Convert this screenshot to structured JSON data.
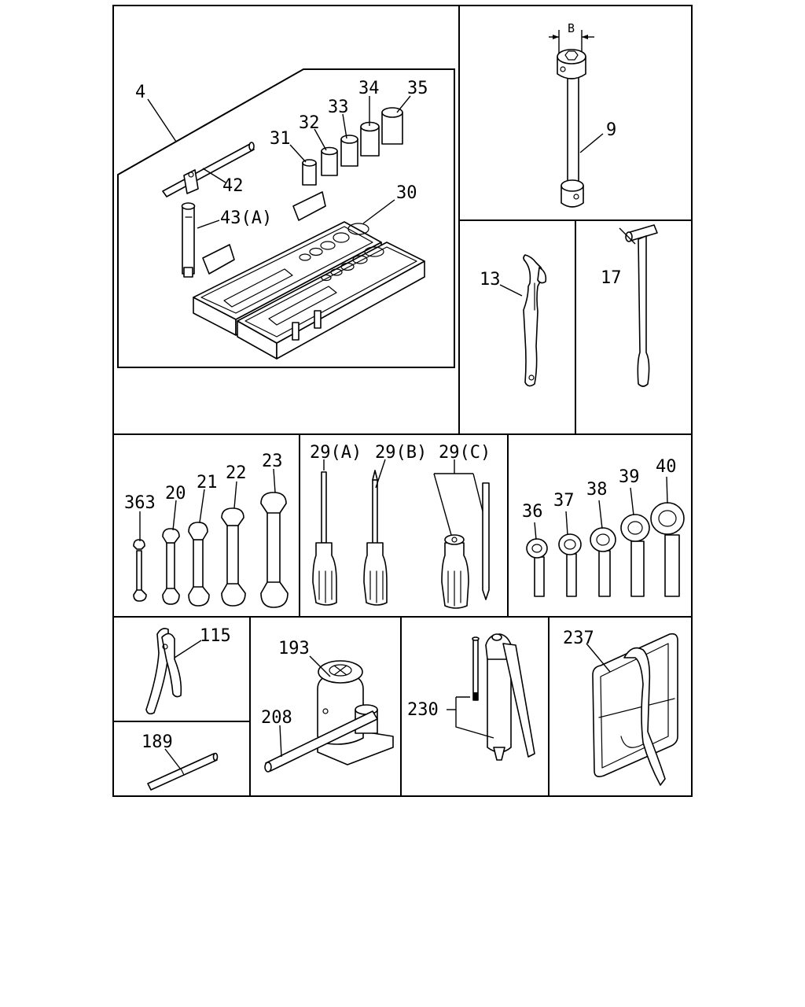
{
  "labels": {
    "p4": "4",
    "p42": "42",
    "p43": "43(A)",
    "p30": "30",
    "p31": "31",
    "p32": "32",
    "p33": "33",
    "p34": "34",
    "p35": "35",
    "p9": "9",
    "dimB": "B",
    "p13": "13",
    "p17": "17",
    "p363": "363",
    "p20": "20",
    "p21": "21",
    "p22": "22",
    "p23": "23",
    "p29a": "29(A)",
    "p29b": "29(B)",
    "p29c": "29(C)",
    "p36": "36",
    "p37": "37",
    "p38": "38",
    "p39": "39",
    "p40": "40",
    "p115": "115",
    "p189": "189",
    "p193": "193",
    "p208": "208",
    "p230": "230",
    "p237": "237"
  }
}
